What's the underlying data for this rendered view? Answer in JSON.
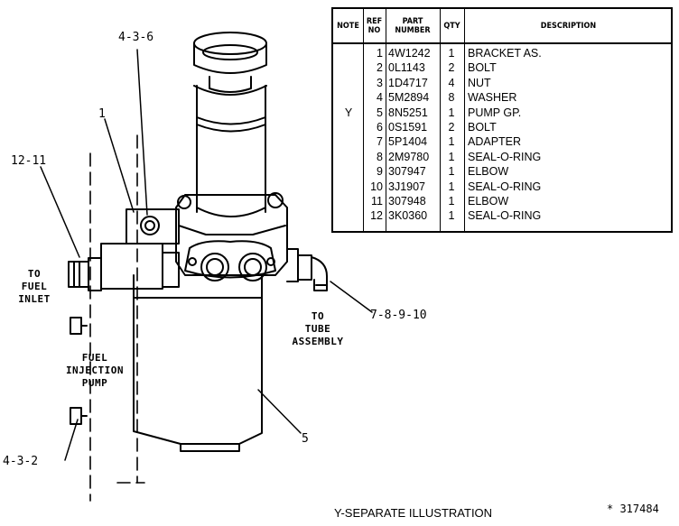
{
  "callouts": {
    "c436": "4-3-6",
    "c1": "1",
    "c1211": "12-11",
    "c78910": "7-8-9-10",
    "c5": "5",
    "c432": "4-3-2"
  },
  "notes": {
    "fuel_inlet": [
      "TO",
      "FUEL",
      "INLET"
    ],
    "fuel_injection_pump": [
      "FUEL",
      "INJECTION",
      "PUMP"
    ],
    "tube_assembly": [
      "TO",
      "TUBE",
      "ASSEMBLY"
    ]
  },
  "table": {
    "headers": {
      "note": "NOTE",
      "ref_no": [
        "REF",
        "NO"
      ],
      "part_number": [
        "PART",
        "NUMBER"
      ],
      "qty": "QTY",
      "description": "DESCRIPTION"
    },
    "note_mark": "Y",
    "rows": [
      {
        "ref": "1",
        "part": "4W1242",
        "qty": "1",
        "desc": "BRACKET AS."
      },
      {
        "ref": "2",
        "part": "0L1143",
        "qty": "2",
        "desc": "BOLT"
      },
      {
        "ref": "3",
        "part": "1D4717",
        "qty": "4",
        "desc": "NUT"
      },
      {
        "ref": "4",
        "part": "5M2894",
        "qty": "8",
        "desc": "WASHER"
      },
      {
        "ref": "5",
        "part": "8N5251",
        "qty": "1",
        "desc": "PUMP GP."
      },
      {
        "ref": "6",
        "part": "0S1591",
        "qty": "2",
        "desc": "BOLT"
      },
      {
        "ref": "7",
        "part": "5P1404",
        "qty": "1",
        "desc": "ADAPTER"
      },
      {
        "ref": "8",
        "part": "2M9780",
        "qty": "1",
        "desc": "SEAL-O-RING"
      },
      {
        "ref": "9",
        "part": "307947",
        "qty": "1",
        "desc": "ELBOW"
      },
      {
        "ref": "10",
        "part": "3J1907",
        "qty": "1",
        "desc": "SEAL-O-RING"
      },
      {
        "ref": "11",
        "part": "307948",
        "qty": "1",
        "desc": "ELBOW"
      },
      {
        "ref": "12",
        "part": "3K0360",
        "qty": "1",
        "desc": "SEAL-O-RING"
      }
    ]
  },
  "footer": {
    "separate": "Y-SEPARATE ILLUSTRATION",
    "ref_id": "* 317484"
  }
}
